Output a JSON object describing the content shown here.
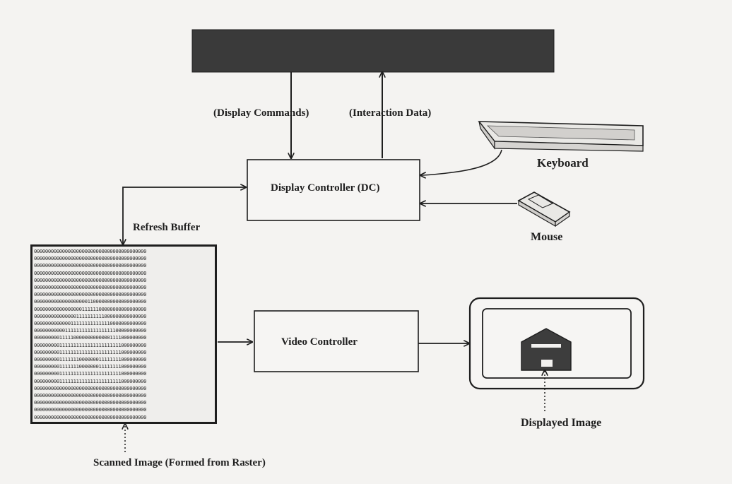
{
  "diagram": {
    "labels": {
      "display_commands": "(Display Commands)",
      "interaction_data": "(Interaction Data)",
      "display_controller": "Display Controller (DC)",
      "keyboard": "Keyboard",
      "mouse": "Mouse",
      "refresh_buffer": "Refresh Buffer",
      "video_controller": "Video Controller",
      "displayed_image": "Displayed Image",
      "scanned_image": "Scanned Image (Formed from Raster)"
    },
    "raster_rows": [
      "0000000000000000000000000000000000000000",
      "0000000000000000000000000000000000000000",
      "0000000000000000000000000000000000000000",
      "0000000000000000000000000000000000000000",
      "0000000000000000000000000000000000000000",
      "0000000000000000000000000000000000000000",
      "0000000000000000000000000000000000000000",
      "0000000000000000000110000000000000000000",
      "0000000000000000011111100000000000000000",
      "0000000000000001111111111000000000000000",
      "0000000000000111111111111110000000000000",
      "0000000000011111111111111111100000000000",
      "0000000001111100000000000001111000000000",
      "0000000001111111111111111111111000000000",
      "0000000001111111111111111111111000000000",
      "0000000001111111000000011111111000000000",
      "0000000001111111000000011111111000000000",
      "0000000001111111111111111111111000000000",
      "0000000001111111111111111111111000000000",
      "0000000000000000000000000000000000000000",
      "0000000000000000000000000000000000000000",
      "0000000000000000000000000000000000000000",
      "0000000000000000000000000000000000000000",
      "0000000000000000000000000000000000000000"
    ]
  }
}
